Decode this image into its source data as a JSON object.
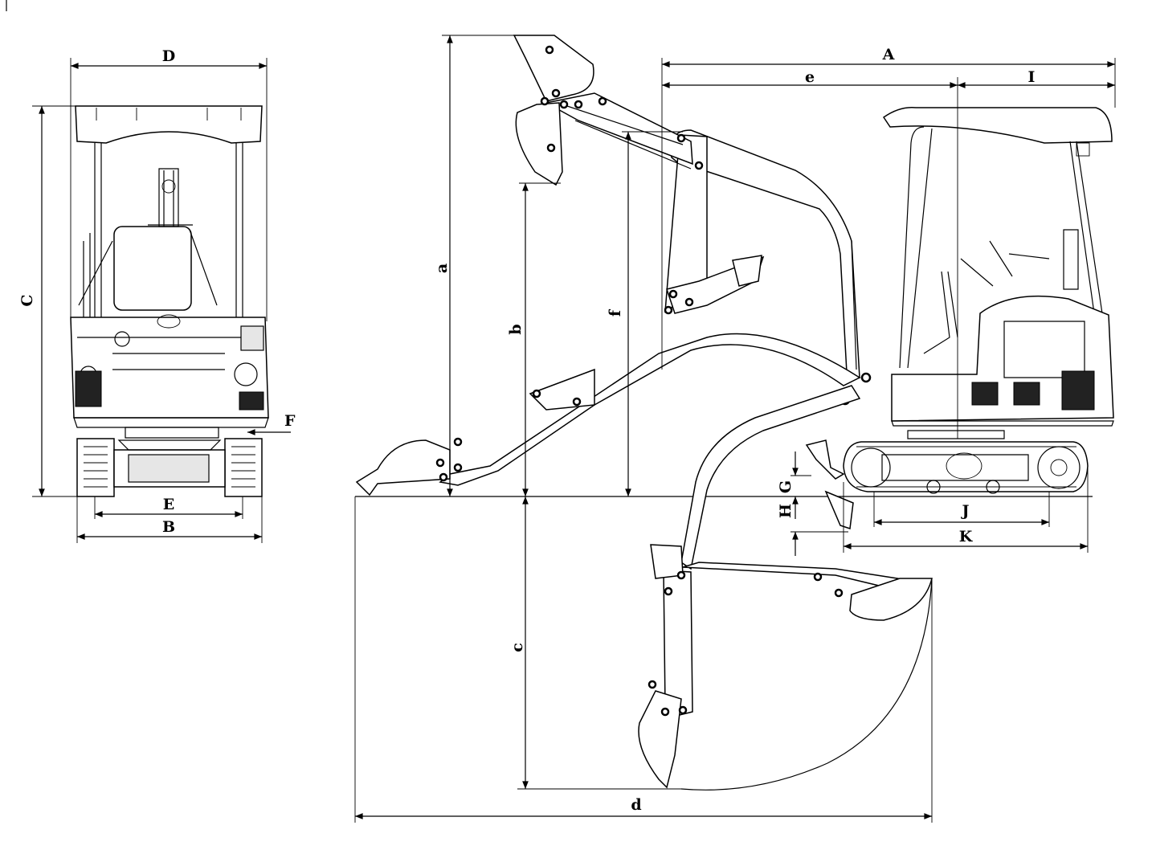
{
  "labels": {
    "D": "D",
    "C": "C",
    "F": "F",
    "E": "E",
    "B": "B",
    "A": "A",
    "e": "e",
    "I": "I",
    "a": "a",
    "b": "b",
    "f": "f",
    "G": "G",
    "H": "H",
    "J": "J",
    "K": "K",
    "c": "c",
    "d": "d"
  }
}
